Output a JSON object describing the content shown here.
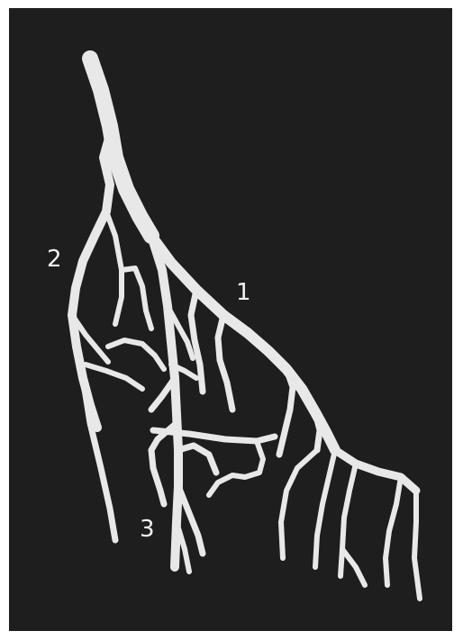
{
  "figure": {
    "labels": {
      "branch_1": "1",
      "branch_2": "2",
      "branch_3": "3"
    },
    "colors": {
      "background": "#1e1e1e",
      "vessel": "#e8e8e8",
      "page": "#ffffff"
    }
  }
}
